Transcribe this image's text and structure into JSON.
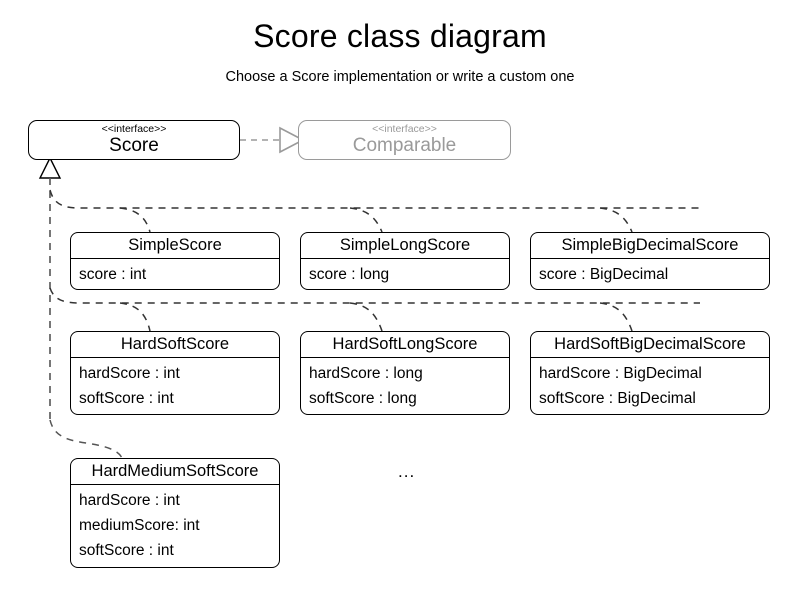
{
  "header": {
    "title": "Score class diagram",
    "subtitle": "Choose a Score implementation or write a custom one"
  },
  "interfaces": [
    {
      "stereotype": "<<interface>>",
      "name": "Score",
      "muted": false
    },
    {
      "stereotype": "<<interface>>",
      "name": "Comparable",
      "muted": true
    }
  ],
  "classes": [
    {
      "name": "SimpleScore",
      "attributes": [
        "score : int"
      ]
    },
    {
      "name": "SimpleLongScore",
      "attributes": [
        "score : long"
      ]
    },
    {
      "name": "SimpleBigDecimalScore",
      "attributes": [
        "score : BigDecimal"
      ]
    },
    {
      "name": "HardSoftScore",
      "attributes": [
        "hardScore : int",
        "softScore : int"
      ]
    },
    {
      "name": "HardSoftLongScore",
      "attributes": [
        "hardScore : long",
        "softScore : long"
      ]
    },
    {
      "name": "HardSoftBigDecimalScore",
      "attributes": [
        "hardScore : BigDecimal",
        "softScore : BigDecimal"
      ]
    },
    {
      "name": "HardMediumSoftScore",
      "attributes": [
        "hardScore : int",
        "mediumScore: int",
        "softScore : int"
      ]
    }
  ],
  "notes": {
    "more": "..."
  },
  "colors": {
    "stroke": "#000000",
    "muted_stroke": "#9a9a9a",
    "background": "#ffffff"
  }
}
